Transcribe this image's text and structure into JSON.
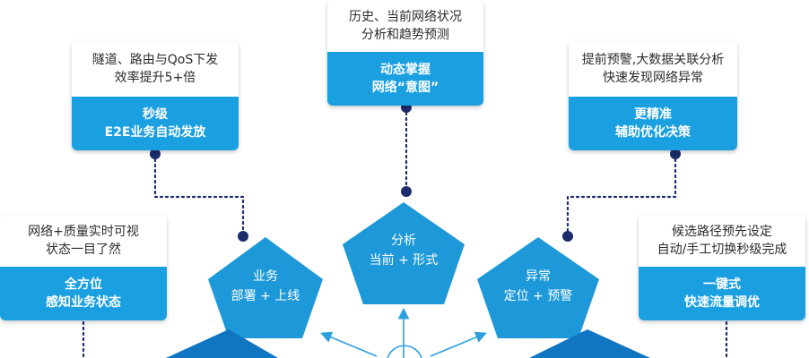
{
  "colors": {
    "card_bottom": "#1a9fe0",
    "pentagon": "#1d98d9",
    "pentagon_dark": "#1176c2",
    "dot": "#1b2d6b",
    "connector": "#1b2d6b",
    "arrow": "#2aa0de"
  },
  "cards": {
    "top_center": {
      "top": [
        "历史、当前网络状况",
        "分析和趋势预测"
      ],
      "bottom": [
        "动态掌握",
        "网络“意图”"
      ]
    },
    "upper_left": {
      "top": [
        "隧道、路由与QoS下发",
        "效率提升5+倍"
      ],
      "bottom": [
        "秒级",
        "E2E业务自动发放"
      ]
    },
    "upper_right": {
      "top": [
        "提前预警,大数据关联分析",
        "快速发现网络异常"
      ],
      "bottom": [
        "更精准",
        "辅助优化决策"
      ]
    },
    "lower_left": {
      "top": [
        "网络+质量实时可视",
        "状态一目了然"
      ],
      "bottom": [
        "全方位",
        "感知业务状态"
      ]
    },
    "lower_right": {
      "top": [
        "候选路径预先设定",
        "自动/手工切换秒级完成"
      ],
      "bottom": [
        "一键式",
        "快速流量调优"
      ]
    }
  },
  "pentagons": {
    "analysis": [
      "分析",
      "当前 + 形式"
    ],
    "business": [
      "业务",
      "部署 + 上线"
    ],
    "anomaly": [
      "异常",
      "定位 + 预警"
    ]
  }
}
